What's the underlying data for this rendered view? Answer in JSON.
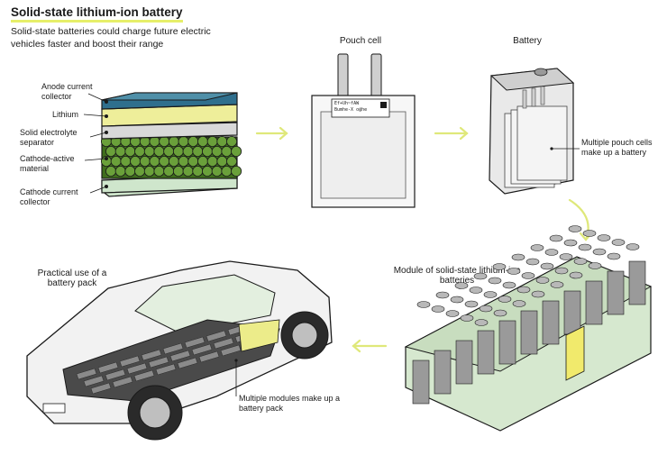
{
  "header": {
    "title": "Solid-state lithium-ion battery",
    "subtitle": "Solid-state batteries could charge future electric vehicles faster and boost their range"
  },
  "cell_stack": {
    "labels": [
      "Anode current collector",
      "Lithium",
      "Solid electrolyte separator",
      "Cathode-active material",
      "Cathode current collector"
    ]
  },
  "stages": {
    "pouch_cell": "Pouch cell",
    "battery": "Battery",
    "battery_note": "Multiple pouch cells make up a battery",
    "module": "Module of solid-state lithium-ion batteries",
    "truck": "Practical use of a battery pack",
    "truck_note": "Multiple modules make up a battery pack"
  },
  "pouch_label_text": [
    "Ef+Uh~fAW",
    "Bumhe-X o@he"
  ],
  "colors": {
    "accent": "#dfe86a",
    "arrow": "#dfe87a",
    "anode": "#2f6f8d",
    "lithium": "#eeee9a",
    "electrolyte": "#d9d9d9",
    "cathode": "#3f6e1c",
    "cathode_collector": "#cfe6cc",
    "module_fill": "#d6e8cf",
    "highlight_cell": "#f1ea6c"
  }
}
